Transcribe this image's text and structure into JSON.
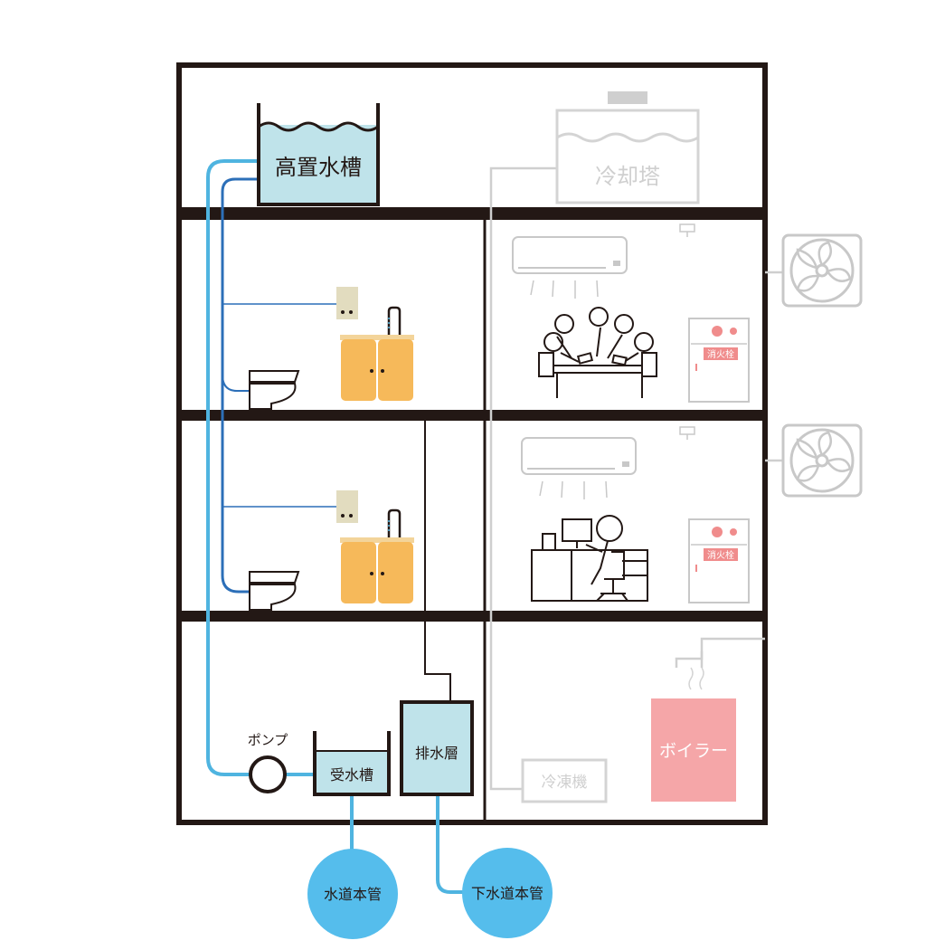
{
  "labels": {
    "elevated_tank": "高置水槽",
    "cooling_tower": "冷却塔",
    "pump": "ポンプ",
    "receiving_tank": "受水槽",
    "drain_tank": "排水層",
    "refrigerator": "冷凍機",
    "boiler": "ボイラー",
    "hydrant": "消火栓",
    "water_main": "水道本管",
    "sewer_main": "下水道本管"
  },
  "colors": {
    "structure": "#231815",
    "water_light": "#4fb4e0",
    "water_dark": "#2c6fb8",
    "tank_fill": "#bfe3ea",
    "main_circle": "#55bdec",
    "cabinet": "#f6b95a",
    "hvac_grey": "#c8c8c8",
    "boiler": "#f5a6a8",
    "hydrant_red": "#f08c8c"
  },
  "icons": [
    "fan-icon",
    "air-conditioner-icon",
    "toilet-icon",
    "faucet-icon",
    "fire-hydrant-icon",
    "meeting-people-icon",
    "office-worker-icon"
  ]
}
